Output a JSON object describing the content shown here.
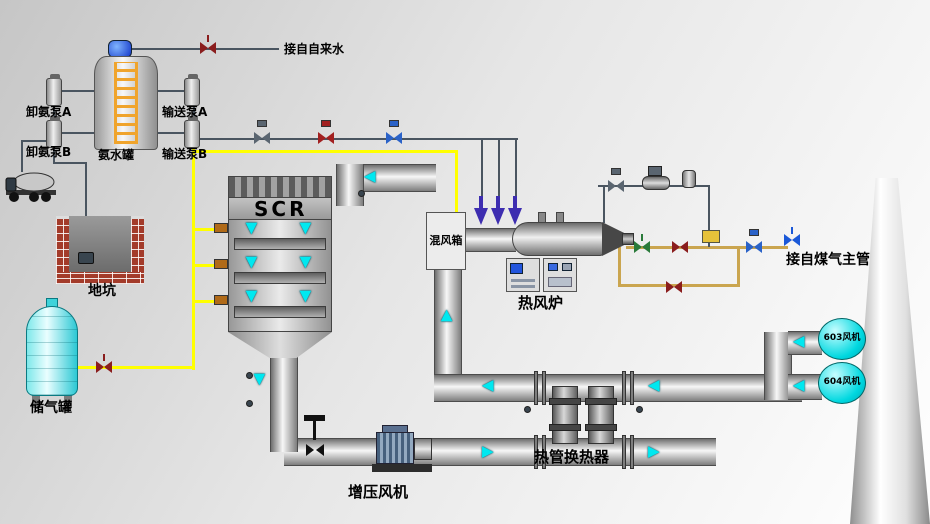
{
  "icons": {
    "flow_arrow": "▶"
  },
  "colors": {
    "ammonia_line": "#ffff00",
    "gas_line": "#caa54f",
    "flow_arrow": "#00e8f0",
    "fan_fill": "#00d8e0",
    "injector_arrow": "#3d2db0"
  },
  "labels": {
    "tap_water": "接自自来水",
    "unload_pump_a": "卸氨泵A",
    "unload_pump_b": "卸氨泵B",
    "ammonia_tank": "氨水罐",
    "transfer_pump_a": "输送泵A",
    "transfer_pump_b": "输送泵B",
    "pit": "地坑",
    "gas_storage_tank": "储气罐",
    "scr": "SCR",
    "mixing_box": "混风箱",
    "hot_blast_stove": "热风炉",
    "gas_main": "接自煤气主管",
    "fan_603": "603风机",
    "fan_604": "604风机",
    "heat_exchanger": "热管换热器",
    "booster_fan": "增压风机"
  }
}
